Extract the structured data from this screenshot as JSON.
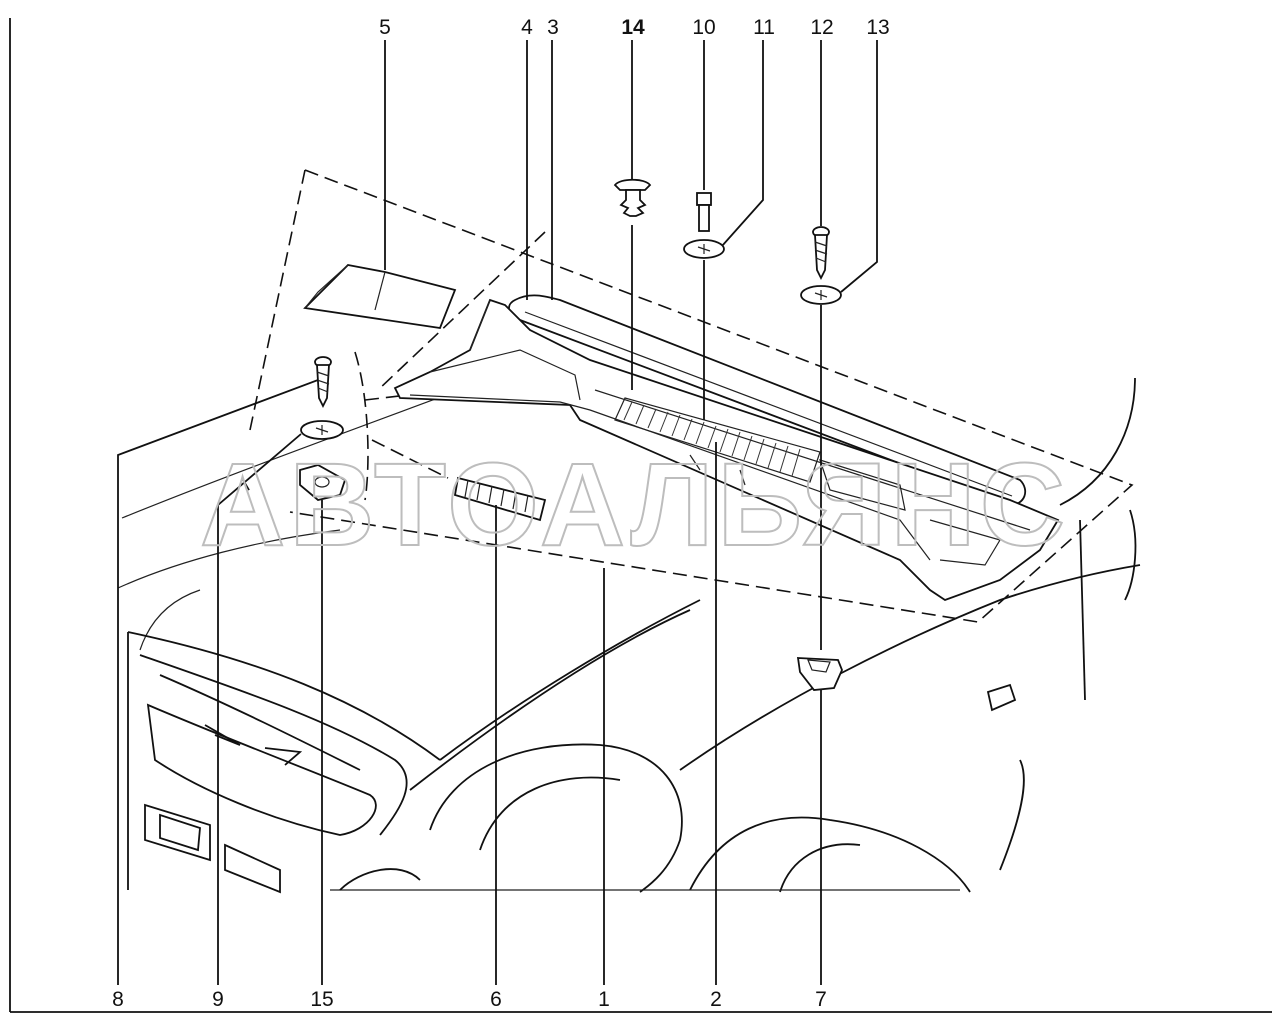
{
  "watermark": "АВТОАЛЬЯНС",
  "callouts_top": [
    {
      "id": "c5",
      "text": "5",
      "bold": false
    },
    {
      "id": "c4",
      "text": "4",
      "bold": false
    },
    {
      "id": "c3",
      "text": "3",
      "bold": false
    },
    {
      "id": "c14",
      "text": "14",
      "bold": true
    },
    {
      "id": "c10",
      "text": "10",
      "bold": false
    },
    {
      "id": "c11",
      "text": "11",
      "bold": false
    },
    {
      "id": "c12",
      "text": "12",
      "bold": false
    },
    {
      "id": "c13",
      "text": "13",
      "bold": false
    }
  ],
  "callouts_bottom": [
    {
      "id": "c8",
      "text": "8"
    },
    {
      "id": "c9",
      "text": "9"
    },
    {
      "id": "c15",
      "text": "15"
    },
    {
      "id": "c6",
      "text": "6"
    },
    {
      "id": "c1",
      "text": "1"
    },
    {
      "id": "c2",
      "text": "2"
    },
    {
      "id": "c7",
      "text": "7"
    }
  ]
}
